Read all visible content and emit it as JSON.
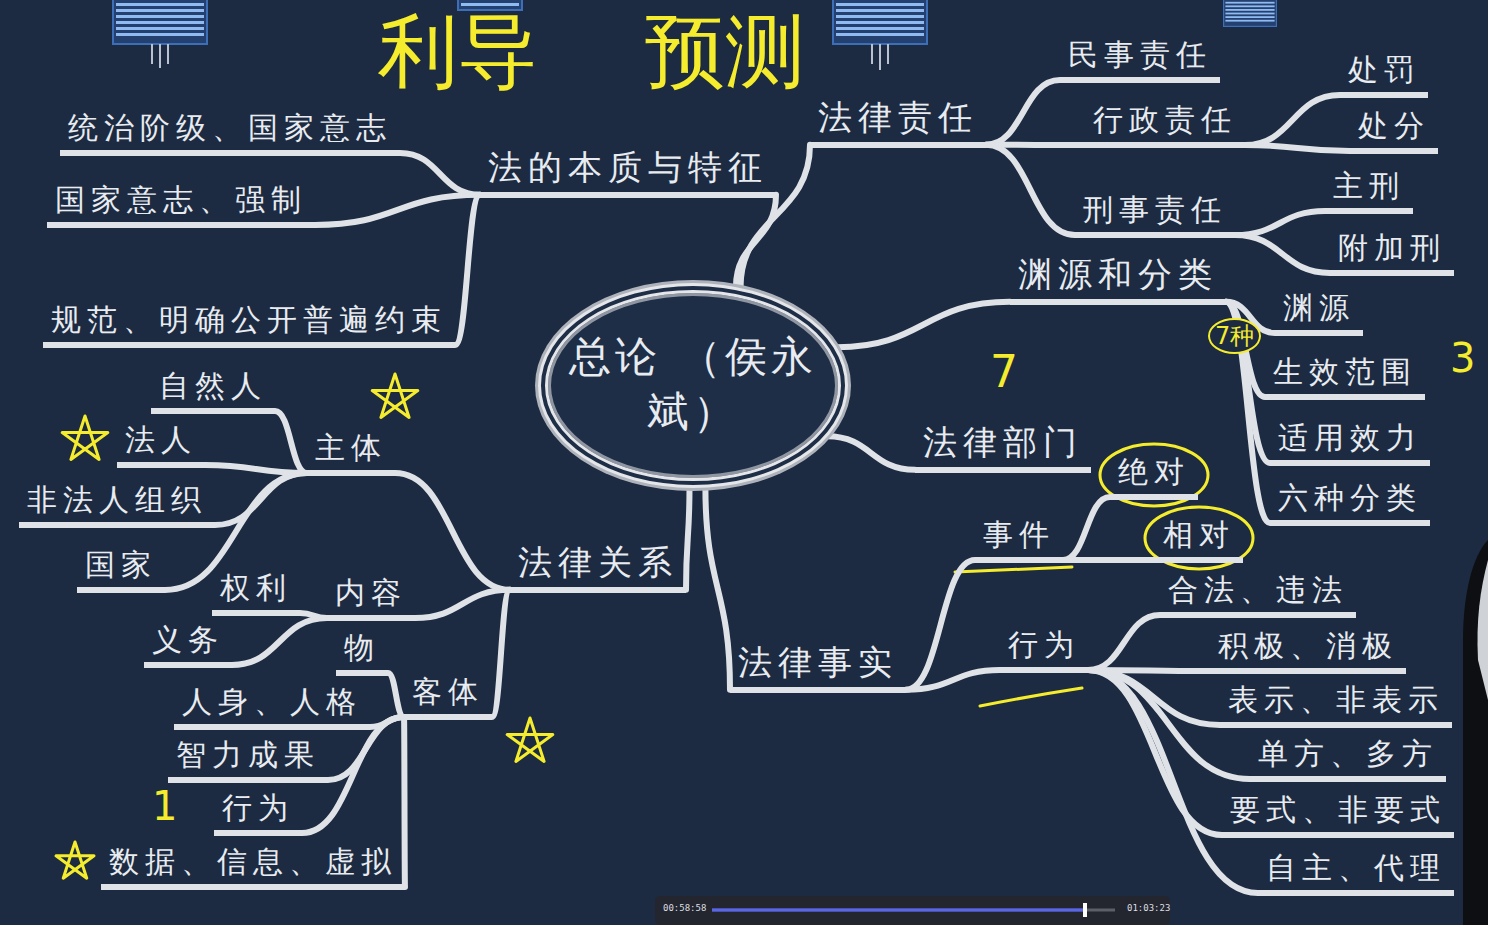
{
  "diagram": {
    "nodes": [
      {
        "text": [
          "总论 （侯永斌）"
        ]
      },
      {
        "text": [
          "法的本质与特征"
        ]
      },
      {
        "text": [
          "统治阶级、国家意志"
        ]
      },
      {
        "text": [
          "国家意志、强制"
        ]
      },
      {
        "text": [
          "规范、明确公开普遍约束"
        ]
      },
      {
        "text": [
          "法律关系"
        ]
      },
      {
        "text": [
          "主体"
        ]
      },
      {
        "text": [
          "自然人"
        ]
      },
      {
        "text": [
          "法人"
        ]
      },
      {
        "text": [
          "非法人组织"
        ]
      },
      {
        "text": [
          "国家"
        ]
      },
      {
        "text": [
          "内容"
        ]
      },
      {
        "text": [
          "权利"
        ]
      },
      {
        "text": [
          "义务"
        ]
      },
      {
        "text": [
          "客体"
        ]
      },
      {
        "text": [
          "物"
        ]
      },
      {
        "text": [
          "人身、人格"
        ]
      },
      {
        "text": [
          "智力成果"
        ]
      },
      {
        "text": [
          "行为"
        ]
      },
      {
        "text": [
          "数据、信息、虚拟"
        ]
      },
      {
        "text": [
          "法律责任"
        ]
      },
      {
        "text": [
          "民事责任"
        ]
      },
      {
        "text": [
          "行政责任"
        ]
      },
      {
        "text": [
          "处罚"
        ]
      },
      {
        "text": [
          "处分"
        ]
      },
      {
        "text": [
          "刑事责任"
        ]
      },
      {
        "text": [
          "主刑"
        ]
      },
      {
        "text": [
          "附加刑"
        ]
      },
      {
        "text": [
          "渊源和分类"
        ]
      },
      {
        "text": [
          "渊源"
        ]
      },
      {
        "text": [
          "生效范围"
        ]
      },
      {
        "text": [
          "适用效力"
        ]
      },
      {
        "text": [
          "六种分类"
        ]
      },
      {
        "text": [
          "法律部门"
        ]
      },
      {
        "text": [
          "法律事实"
        ]
      },
      {
        "text": [
          "事件"
        ]
      },
      {
        "text": [
          "绝对"
        ]
      },
      {
        "text": [
          "相对"
        ]
      },
      {
        "text": [
          "行为"
        ]
      },
      {
        "text": [
          "合法、违法"
        ]
      },
      {
        "text": [
          "积极、消极"
        ]
      },
      {
        "text": [
          "表示、非表示"
        ]
      },
      {
        "text": [
          "单方、多方"
        ]
      },
      {
        "text": [
          "要式、非要式"
        ]
      },
      {
        "text": [
          "自主、代理"
        ]
      }
    ],
    "edges": [
      {
        "from": 0,
        "to": 1,
        "arrow": "none"
      },
      {
        "from": 1,
        "to": 2,
        "arrow": "none"
      },
      {
        "from": 1,
        "to": 3,
        "arrow": "none"
      },
      {
        "from": 1,
        "to": 4,
        "arrow": "none"
      },
      {
        "from": 0,
        "to": 5,
        "arrow": "none"
      },
      {
        "from": 5,
        "to": 6,
        "arrow": "none"
      },
      {
        "from": 6,
        "to": 7,
        "arrow": "none"
      },
      {
        "from": 6,
        "to": 8,
        "arrow": "none"
      },
      {
        "from": 6,
        "to": 9,
        "arrow": "none"
      },
      {
        "from": 6,
        "to": 10,
        "arrow": "none"
      },
      {
        "from": 5,
        "to": 11,
        "arrow": "none"
      },
      {
        "from": 11,
        "to": 12,
        "arrow": "none"
      },
      {
        "from": 11,
        "to": 13,
        "arrow": "none"
      },
      {
        "from": 5,
        "to": 14,
        "arrow": "none"
      },
      {
        "from": 14,
        "to": 15,
        "arrow": "none"
      },
      {
        "from": 14,
        "to": 16,
        "arrow": "none"
      },
      {
        "from": 14,
        "to": 17,
        "arrow": "none"
      },
      {
        "from": 14,
        "to": 18,
        "arrow": "none"
      },
      {
        "from": 14,
        "to": 19,
        "arrow": "none"
      },
      {
        "from": 0,
        "to": 20,
        "arrow": "none"
      },
      {
        "from": 20,
        "to": 21,
        "arrow": "none"
      },
      {
        "from": 20,
        "to": 22,
        "arrow": "none"
      },
      {
        "from": 22,
        "to": 23,
        "arrow": "none"
      },
      {
        "from": 22,
        "to": 24,
        "arrow": "none"
      },
      {
        "from": 20,
        "to": 25,
        "arrow": "none"
      },
      {
        "from": 25,
        "to": 26,
        "arrow": "none"
      },
      {
        "from": 25,
        "to": 27,
        "arrow": "none"
      },
      {
        "from": 0,
        "to": 28,
        "arrow": "none"
      },
      {
        "from": 28,
        "to": 29,
        "arrow": "none"
      },
      {
        "from": 28,
        "to": 30,
        "arrow": "none"
      },
      {
        "from": 28,
        "to": 31,
        "arrow": "none"
      },
      {
        "from": 28,
        "to": 32,
        "arrow": "none"
      },
      {
        "from": 0,
        "to": 33,
        "arrow": "none"
      },
      {
        "from": 0,
        "to": 34,
        "arrow": "none"
      },
      {
        "from": 34,
        "to": 35,
        "arrow": "none"
      },
      {
        "from": 35,
        "to": 36,
        "arrow": "none"
      },
      {
        "from": 35,
        "to": 37,
        "arrow": "none"
      },
      {
        "from": 34,
        "to": 38,
        "arrow": "none"
      },
      {
        "from": 38,
        "to": 39,
        "arrow": "none"
      },
      {
        "from": 38,
        "to": 40,
        "arrow": "none"
      },
      {
        "from": 38,
        "to": 41,
        "arrow": "none"
      },
      {
        "from": 38,
        "to": 42,
        "arrow": "none"
      },
      {
        "from": 38,
        "to": 43,
        "arrow": "none"
      },
      {
        "from": 38,
        "to": 44,
        "arrow": "none"
      }
    ],
    "labels": [
      "利导",
      "预测",
      "7",
      "7种",
      "3",
      "1",
      "00:58:58",
      "01:03:23"
    ]
  }
}
